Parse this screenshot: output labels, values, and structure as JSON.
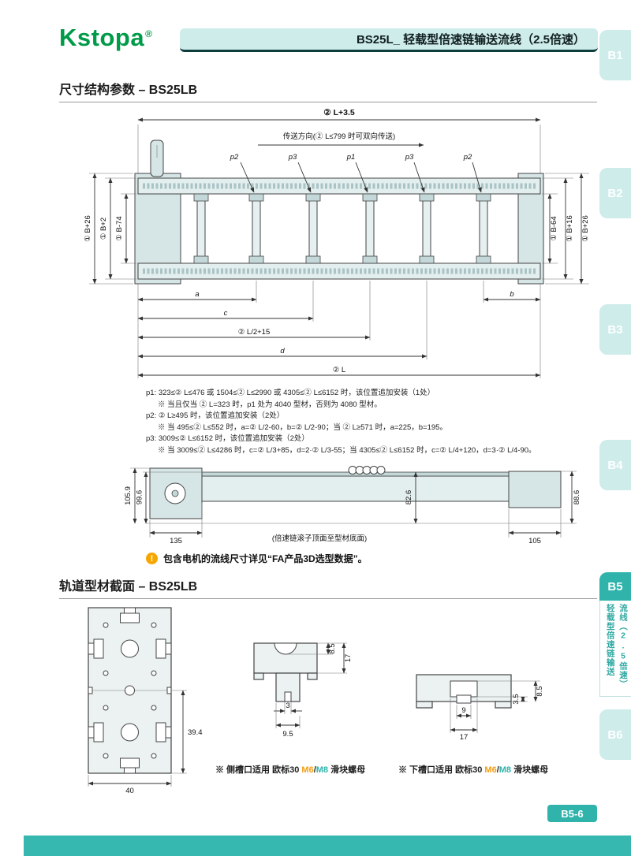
{
  "colors": {
    "accent": "#2fb3ab",
    "accent_light": "#cdecea",
    "logo_green": "#009b48",
    "warn_orange": "#f7a600",
    "m6_orange": "#f39c12",
    "m8_teal": "#2fb3ab"
  },
  "header": {
    "logo": "Kstopa",
    "logo_reg": "®",
    "title": "BS25L_ 轻载型倍速链输送流线（2.5倍速）"
  },
  "side_tabs": {
    "b1": "B1",
    "b2": "B2",
    "b3": "B3",
    "b4": "B4",
    "b5": "B5",
    "b5_sub_right": "流线（2.5倍速）",
    "b5_sub_left": "轻载型倍速链输送",
    "b6": "B6"
  },
  "section1_title": "尺寸结构参数 – BS25LB",
  "top_view": {
    "dim_overall": "② L+3.5",
    "direction_note": "传送方向(② L≤799 时可双向传送)",
    "p_labels": [
      "p2",
      "p3",
      "p1",
      "p3",
      "p2"
    ],
    "left_dims": [
      "① B+26",
      "① B+2",
      "① B-74"
    ],
    "right_dims": [
      "① B-64",
      "① B+16",
      "① B+26"
    ],
    "dim_a": "a",
    "dim_b": "b",
    "dim_c": "c",
    "dim_half": "② L/2+15",
    "dim_d": "d",
    "dim_total": "② L"
  },
  "notes": [
    "p1: 323≤② L≤476 或 1504≤② L≤2990 或 4305≤② L≤6152 时，该位置追加安装（1处）",
    "※ 当且仅当 ② L=323 时，p1 处为 4040 型材，否则为 4080 型材。",
    "p2: ② L≥495 时，该位置追加安装（2处）",
    "※ 当 495≤② L≤552 时，a=② L/2-60，b=② L/2-90；当 ② L≥571 时，a=225，b=195。",
    "p3: 3009≤② L≤6152 时，该位置追加安装（2处）",
    "※ 当 3009≤② L≤4286 时，c=② L/3+85，d=2·② L/3-55；当 4305≤② L≤6152 时，c=② L/4+120，d=3·② L/4-90。"
  ],
  "side_view": {
    "dim_105_9": "105.9",
    "dim_99_6": "99.6",
    "dim_135": "135",
    "roller_note": "(倍速链滚子顶面至型材底面)",
    "dim_82_6": "82.6",
    "dim_88_6": "88.6",
    "dim_105": "105"
  },
  "motor_note": {
    "icon": "!",
    "text": "包含电机的流线尺寸详见“FA产品3D选型数据”。"
  },
  "section2_title": "轨道型材截面 – BS25LB",
  "profiles": {
    "p1": {
      "dim_width": "40",
      "dim_height": "39.4"
    },
    "p2": {
      "dim_slot_depth": "8.5",
      "dim_head_height": "17",
      "dim_slot_width": "3",
      "dim_base_width": "9.5"
    },
    "p3": {
      "dim_opening": "9",
      "dim_cavity": "17",
      "dim_lip": "3.5",
      "dim_depth": "8.5"
    },
    "note_side_prefix": "※ 侧槽口适用 欧标30 ",
    "note_bottom_prefix": "※ 下槽口适用 欧标30 ",
    "m6": "M6",
    "slash": "/",
    "m8": "M8",
    "note_suffix": " 滑块螺母"
  },
  "footer": {
    "page_badge": "B5-6"
  }
}
